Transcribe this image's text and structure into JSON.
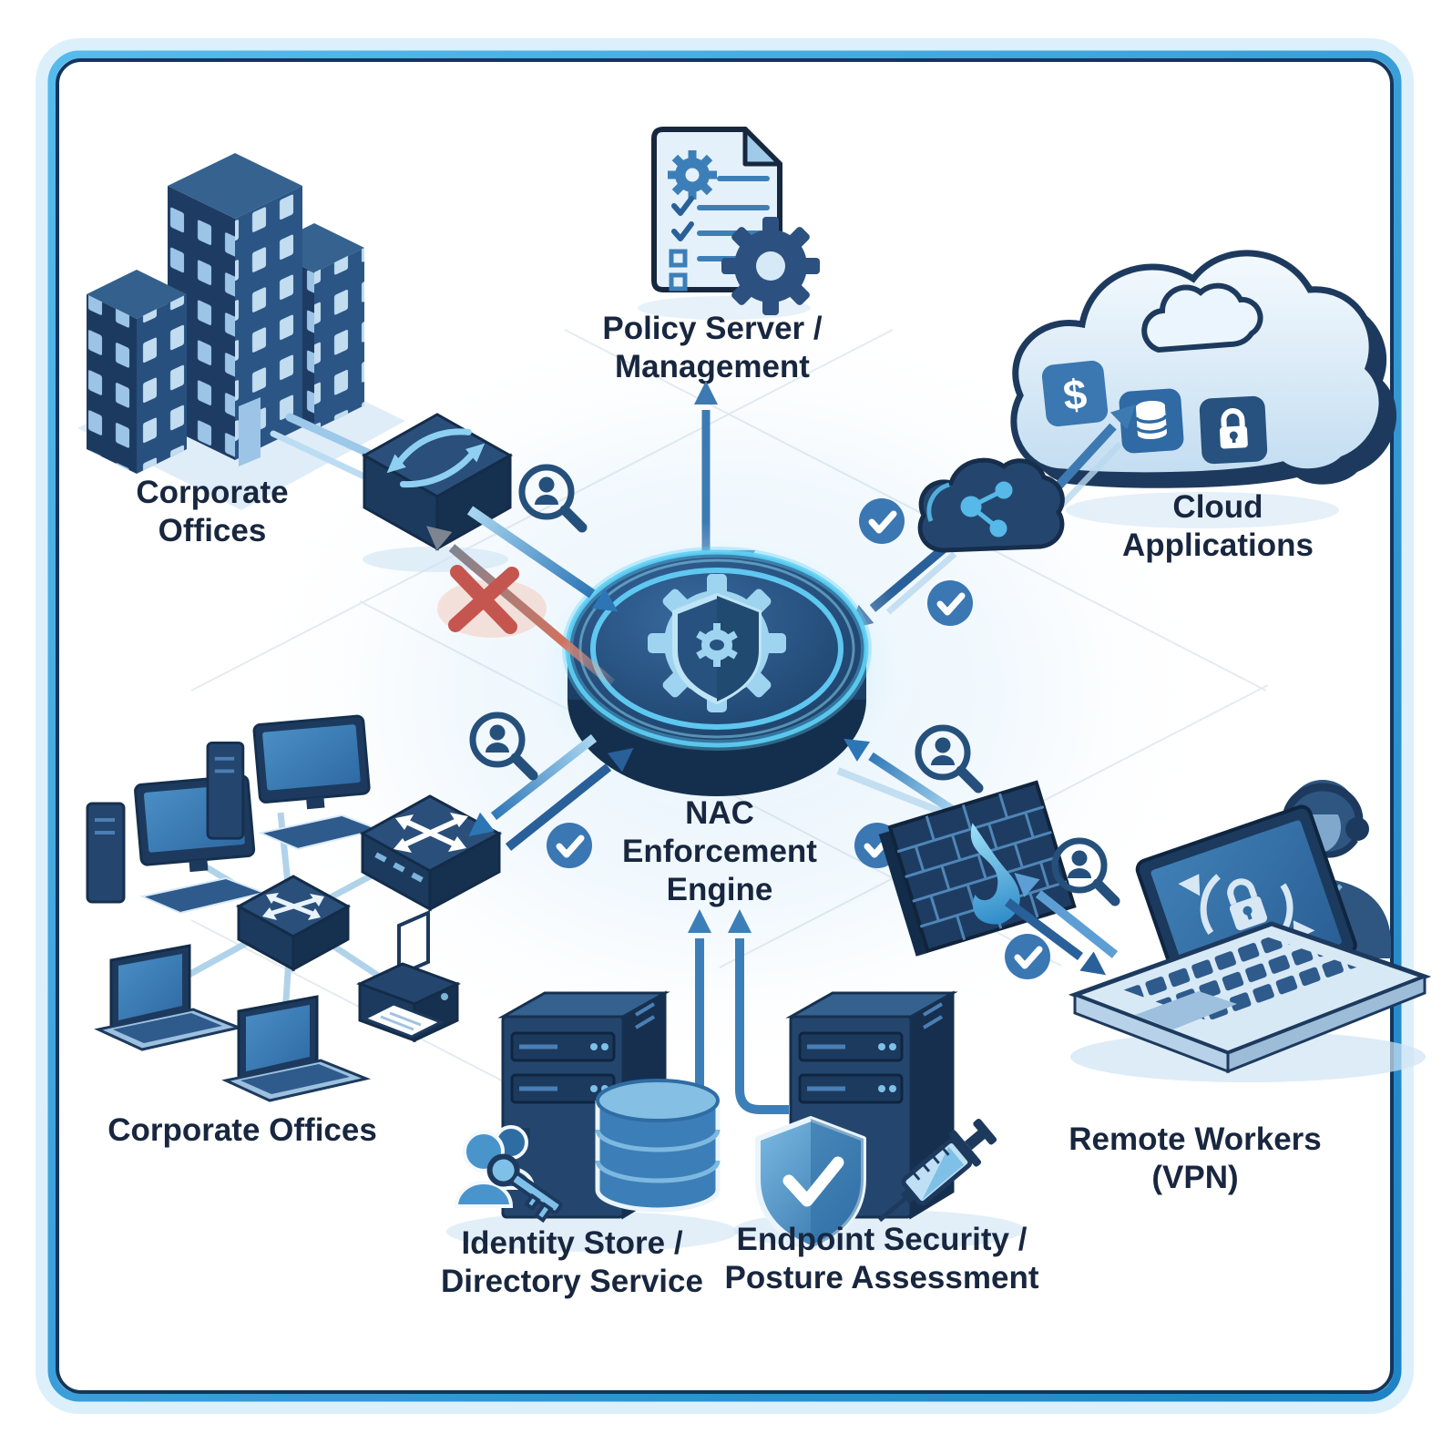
{
  "diagram": {
    "type": "nac-network-access-control-architecture",
    "labels": {
      "corporate_offices_top": [
        "Corporate",
        "Offices"
      ],
      "policy_server": [
        "Policy Server /",
        "Management"
      ],
      "cloud_applications": [
        "Cloud",
        "Applications"
      ],
      "nac_engine": [
        "NAC",
        "Enforcement",
        "Engine"
      ],
      "corporate_offices_bottom": [
        "Corporate Offices"
      ],
      "identity_store": [
        "Identity Store /",
        "Directory Service"
      ],
      "endpoint_security": [
        "Endpoint Security /",
        "Posture Assessment"
      ],
      "remote_workers": [
        "Remote Workers",
        "(VPN)"
      ]
    },
    "glyphs": {
      "dollar_tile": "$"
    },
    "icons": {
      "building-icon": "isometric office towers",
      "network-switch-icon": "isometric switch slab with swap arrows",
      "policy-document-icon": "document with gear and checklist",
      "gear-icon": "cog wheel",
      "cloud-icon": "3d cloud",
      "dollar-app-icon": "app tile with $",
      "database-tile-icon": "app tile with database",
      "lock-tile-icon": "app tile with padlock",
      "relay-cloud-icon": "small dark cloud with network nodes",
      "nac-engine-icon": "glowing disc with gear and shield",
      "user-search-icon": "person inside magnifier",
      "check-circle-icon": "white check in blue circle",
      "denied-x-icon": "red X on blocked path",
      "desktop-computer-icon": "desktop PC with monitor and keyboard",
      "laptop-icon": "open laptop",
      "printer-icon": "printer with paper",
      "firewall-icon": "brick wall with flame",
      "vpn-laptop-icon": "laptop with padlock sync on screen",
      "support-person-icon": "person with headset",
      "server-icon": "server tower",
      "identity-key-icon": "two users with key",
      "database-cylinder-icon": "stacked database cylinder",
      "shield-check-icon": "shield with check mark",
      "syringe-icon": "syringe"
    },
    "colors": {
      "background": "#ffffff",
      "navy": "#1d3a5e",
      "blue": "#2e6da4",
      "arrow_blue": "#2d76b6",
      "light_blue": "#a9cdea",
      "pale_blue": "#dceefb",
      "cyan_glow": "#63cdf5",
      "check_blue": "#3a77b3",
      "denied_red": "#c4564f",
      "denied_gray": "#7d8591",
      "text": "#18273f",
      "border_blue": "#2b9add",
      "border_navy": "#14365c"
    }
  }
}
